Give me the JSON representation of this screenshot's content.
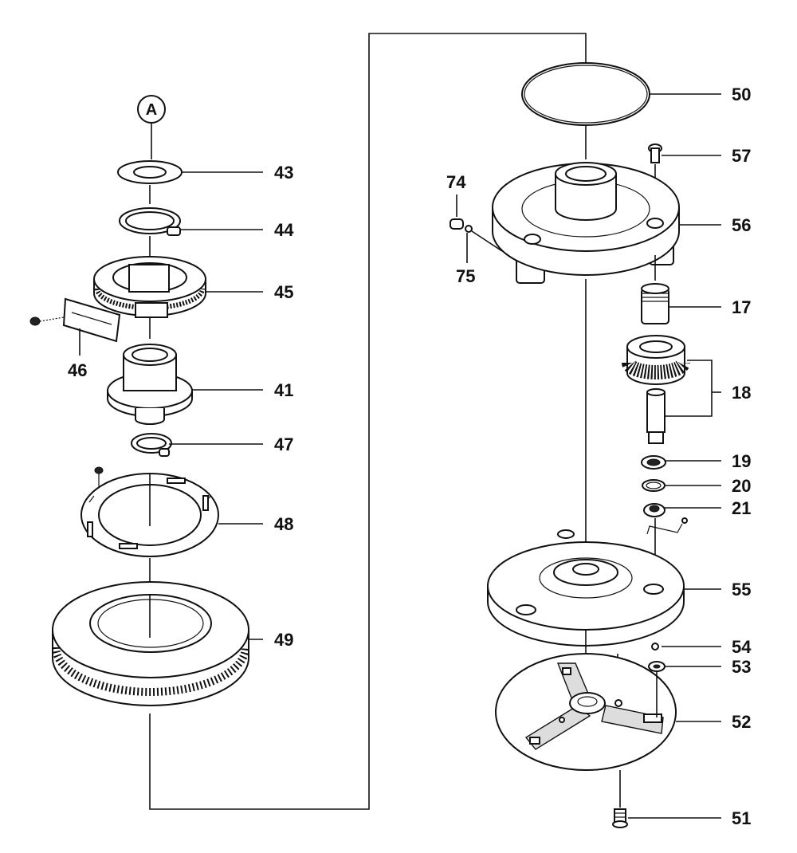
{
  "diagram": {
    "reference_marker": "A",
    "part_numbers": {
      "p43": "43",
      "p44": "44",
      "p45": "45",
      "p46": "46",
      "p41": "41",
      "p47": "47",
      "p48": "48",
      "p49": "49",
      "p50": "50",
      "p57": "57",
      "p74": "74",
      "p75": "75",
      "p56": "56",
      "p17": "17",
      "p18": "18",
      "p19": "19",
      "p20": "20",
      "p21": "21",
      "p55": "55",
      "p54": "54",
      "p53": "53",
      "p52": "52",
      "p51": "51"
    }
  }
}
